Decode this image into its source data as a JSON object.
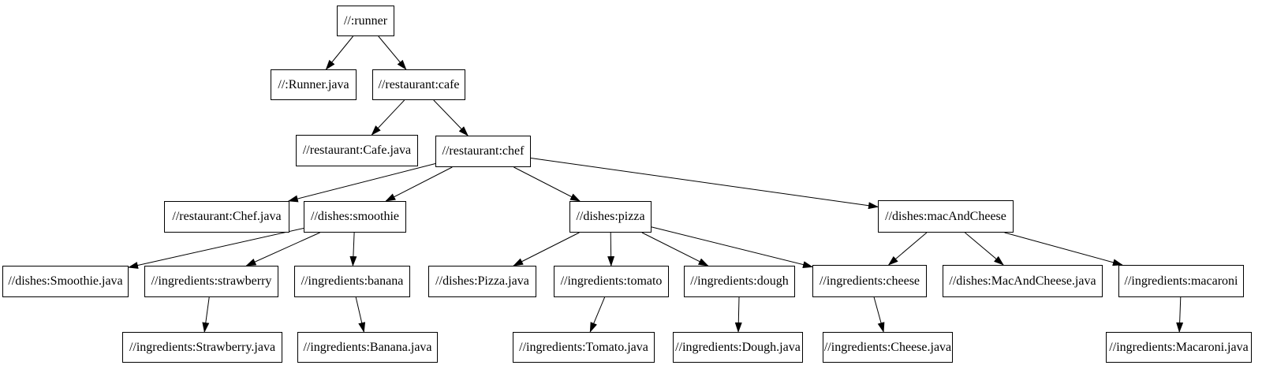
{
  "diagram": {
    "type": "build-dependency-graph",
    "background_color": "#ffffff",
    "node_fill_color": "#ffffff",
    "node_border_color": "#000000",
    "text_color": "#000000",
    "edge_color": "#000000",
    "nodes": [
      {
        "id": "runner",
        "label": "//:runner"
      },
      {
        "id": "runner-java",
        "label": "//:Runner.java"
      },
      {
        "id": "restaurant-cafe",
        "label": "//restaurant:cafe"
      },
      {
        "id": "restaurant-cafe-java",
        "label": "//restaurant:Cafe.java"
      },
      {
        "id": "restaurant-chef",
        "label": "//restaurant:chef"
      },
      {
        "id": "restaurant-chef-java",
        "label": "//restaurant:Chef.java"
      },
      {
        "id": "dishes-smoothie",
        "label": "//dishes:smoothie"
      },
      {
        "id": "dishes-pizza",
        "label": "//dishes:pizza"
      },
      {
        "id": "dishes-macandcheese",
        "label": "//dishes:macAndCheese"
      },
      {
        "id": "dishes-smoothie-java",
        "label": "//dishes:Smoothie.java"
      },
      {
        "id": "ingredients-strawberry",
        "label": "//ingredients:strawberry"
      },
      {
        "id": "ingredients-banana",
        "label": "//ingredients:banana"
      },
      {
        "id": "dishes-pizza-java",
        "label": "//dishes:Pizza.java"
      },
      {
        "id": "ingredients-tomato",
        "label": "//ingredients:tomato"
      },
      {
        "id": "ingredients-dough",
        "label": "//ingredients:dough"
      },
      {
        "id": "ingredients-cheese",
        "label": "//ingredients:cheese"
      },
      {
        "id": "dishes-macandcheese-java",
        "label": "//dishes:MacAndCheese.java"
      },
      {
        "id": "ingredients-macaroni",
        "label": "//ingredients:macaroni"
      },
      {
        "id": "ingredients-strawberry-java",
        "label": "//ingredients:Strawberry.java"
      },
      {
        "id": "ingredients-banana-java",
        "label": "//ingredients:Banana.java"
      },
      {
        "id": "ingredients-tomato-java",
        "label": "//ingredients:Tomato.java"
      },
      {
        "id": "ingredients-dough-java",
        "label": "//ingredients:Dough.java"
      },
      {
        "id": "ingredients-cheese-java",
        "label": "//ingredients:Cheese.java"
      },
      {
        "id": "ingredients-macaroni-java",
        "label": "//ingredients:Macaroni.java"
      }
    ],
    "edges": [
      {
        "from": "runner",
        "to": "runner-java"
      },
      {
        "from": "runner",
        "to": "restaurant-cafe"
      },
      {
        "from": "restaurant-cafe",
        "to": "restaurant-cafe-java"
      },
      {
        "from": "restaurant-cafe",
        "to": "restaurant-chef"
      },
      {
        "from": "restaurant-chef",
        "to": "restaurant-chef-java"
      },
      {
        "from": "restaurant-chef",
        "to": "dishes-smoothie"
      },
      {
        "from": "restaurant-chef",
        "to": "dishes-pizza"
      },
      {
        "from": "restaurant-chef",
        "to": "dishes-macandcheese"
      },
      {
        "from": "dishes-smoothie",
        "to": "dishes-smoothie-java"
      },
      {
        "from": "dishes-smoothie",
        "to": "ingredients-strawberry"
      },
      {
        "from": "dishes-smoothie",
        "to": "ingredients-banana"
      },
      {
        "from": "dishes-pizza",
        "to": "dishes-pizza-java"
      },
      {
        "from": "dishes-pizza",
        "to": "ingredients-tomato"
      },
      {
        "from": "dishes-pizza",
        "to": "ingredients-dough"
      },
      {
        "from": "dishes-pizza",
        "to": "ingredients-cheese"
      },
      {
        "from": "dishes-macandcheese",
        "to": "ingredients-cheese"
      },
      {
        "from": "dishes-macandcheese",
        "to": "dishes-macandcheese-java"
      },
      {
        "from": "dishes-macandcheese",
        "to": "ingredients-macaroni"
      },
      {
        "from": "ingredients-strawberry",
        "to": "ingredients-strawberry-java"
      },
      {
        "from": "ingredients-banana",
        "to": "ingredients-banana-java"
      },
      {
        "from": "ingredients-tomato",
        "to": "ingredients-tomato-java"
      },
      {
        "from": "ingredients-dough",
        "to": "ingredients-dough-java"
      },
      {
        "from": "ingredients-cheese",
        "to": "ingredients-cheese-java"
      },
      {
        "from": "ingredients-macaroni",
        "to": "ingredients-macaroni-java"
      }
    ]
  }
}
